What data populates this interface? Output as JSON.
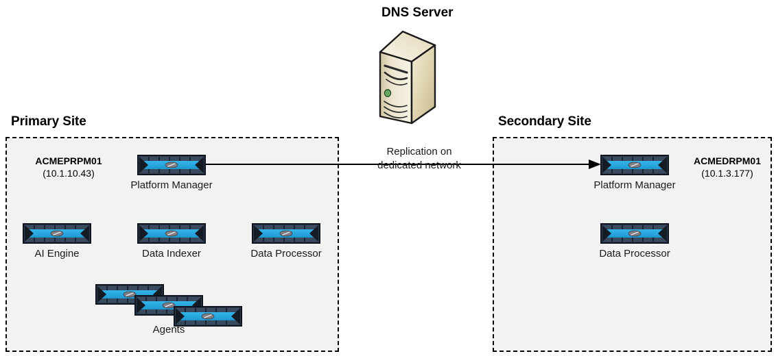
{
  "diagram": {
    "title": "Disaster recovery replication topology",
    "background": "#ffffff",
    "colors": {
      "site_fill": "#f2f2f2",
      "site_border": "#000000",
      "device_body": "#29abe2",
      "device_frame": "#2f3d4f",
      "dns_front": "#efe8d2",
      "dns_side": "#c9bc93",
      "line": "#000000"
    }
  },
  "dns": {
    "label": "DNS Server",
    "icon": "server-tower-icon"
  },
  "replication": {
    "label_line1": "Replication on",
    "label_line2": "dedicated network",
    "direction": "primary-to-secondary",
    "arrow_icon": "arrow-right-icon"
  },
  "primary_site": {
    "title": "Primary Site",
    "host": {
      "name": "ACMEPRPM01",
      "ip": "(10.1.10.43)"
    },
    "nodes": [
      {
        "label": "Platform Manager",
        "icon": "network-device-icon"
      },
      {
        "label": "AI Engine",
        "icon": "network-device-icon"
      },
      {
        "label": "Data Indexer",
        "icon": "network-device-icon"
      },
      {
        "label": "Data Processor",
        "icon": "network-device-icon"
      },
      {
        "label": "Agents",
        "icon": "network-device-stack-icon"
      }
    ]
  },
  "secondary_site": {
    "title": "Secondary Site",
    "host": {
      "name": "ACMEDRPM01",
      "ip": "(10.1.3.177)"
    },
    "nodes": [
      {
        "label": "Platform Manager",
        "icon": "network-device-icon"
      },
      {
        "label": "Data Processor",
        "icon": "network-device-icon"
      }
    ]
  }
}
